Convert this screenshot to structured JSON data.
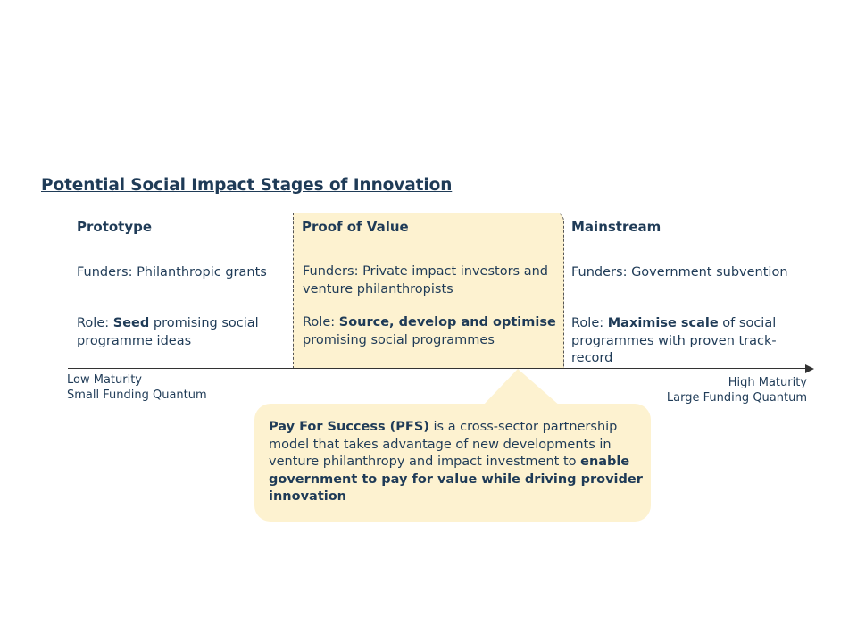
{
  "title": "Potential Social Impact Stages of Innovation",
  "stages": [
    {
      "heading": "Prototype",
      "funders": "Funders: Philanthropic grants",
      "role_prefix": "Role: ",
      "role_bold": "Seed",
      "role_rest": " promising social programme ideas"
    },
    {
      "heading": "Proof of Value",
      "funders": "Funders: Private impact investors and venture philanthropists",
      "role_prefix": "Role: ",
      "role_bold": "Source, develop and optimise",
      "role_rest": "  promising social programmes"
    },
    {
      "heading": "Mainstream",
      "funders": "Funders: Government subvention",
      "role_prefix": "Role: ",
      "role_bold": "Maximise scale",
      "role_rest": " of social programmes with proven track-record"
    }
  ],
  "axis": {
    "low_line1": "Low Maturity",
    "low_line2": "Small Funding Quantum",
    "high_line1": "High Maturity",
    "high_line2": "Large Funding Quantum"
  },
  "callout": {
    "bold1": "Pay For Success (PFS)",
    "text1": " is a cross-sector partnership model that takes advantage of new developments in venture philanthropy and impact investment to ",
    "bold2": "enable government to pay for value while driving  provider innovation"
  },
  "colors": {
    "text": "#1f3b57",
    "highlight_fill": "#fdf2d0",
    "axis": "#333333"
  }
}
